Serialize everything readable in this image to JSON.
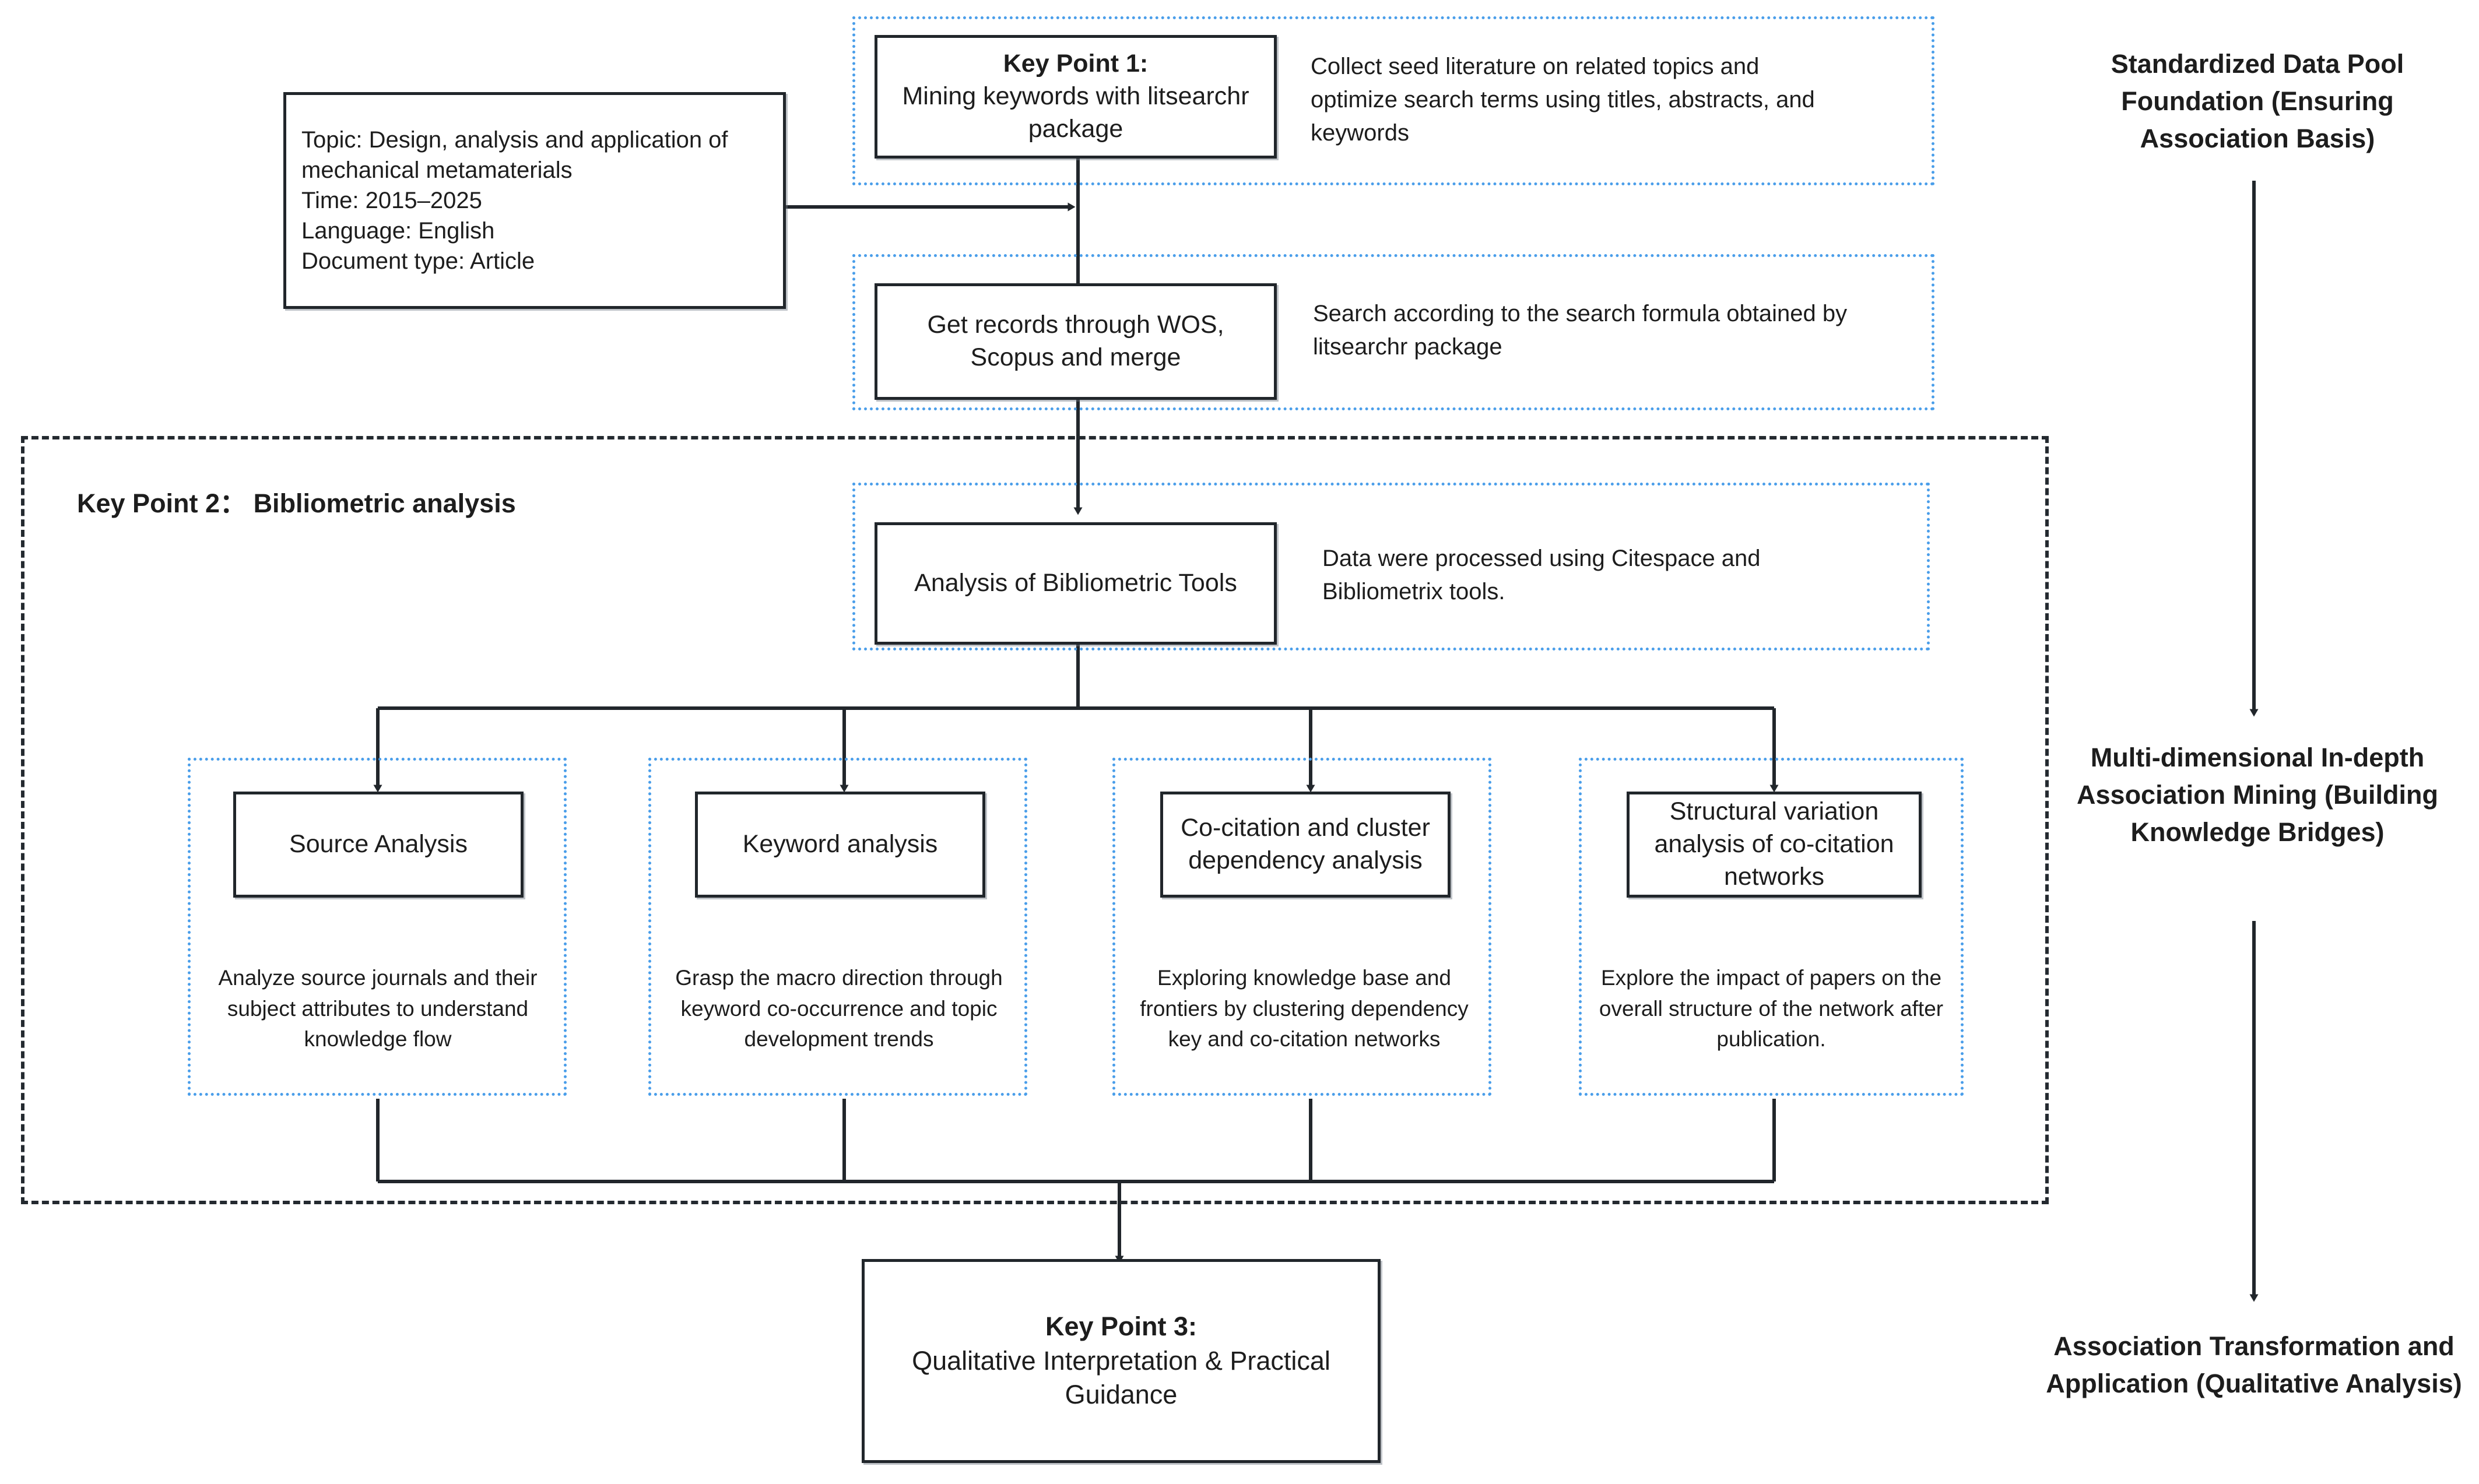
{
  "diagram": {
    "title_nodes": {
      "key_point_1": {
        "heading": "Key Point 1:",
        "body": "Mining keywords with litsearchr package"
      },
      "key_point_1_desc": "Collect seed literature on related topics and optimize search terms using titles, abstracts, and keywords",
      "topic_box": "Topic: Design, analysis and application of mechanical metamaterials\nTime: 2015–2025\nLanguage: English\nDocument type: Article",
      "records_node": "Get records through WOS, Scopus and merge",
      "records_desc": "Search according to the search formula obtained by litsearchr package",
      "key_point_2_heading": "Key Point 2： Bibliometric analysis",
      "tools_node": "Analysis of Bibliometric Tools",
      "tools_desc": "Data were processed using Citespace and Bibliometrix tools.",
      "key_point_3": {
        "heading": "Key Point 3:",
        "body": "Qualitative Interpretation & Practical Guidance"
      }
    },
    "branches": [
      {
        "id": "source-analysis",
        "label": "Source Analysis",
        "description": "Analyze source journals and their subject attributes to understand knowledge flow"
      },
      {
        "id": "keyword-analysis",
        "label": "Keyword analysis",
        "description": "Grasp the macro direction through keyword co-occurrence and topic development trends"
      },
      {
        "id": "co-citation-analysis",
        "label": "Co-citation and cluster dependency analysis",
        "description": "Exploring knowledge base and frontiers by clustering dependency key and co-citation networks"
      },
      {
        "id": "structural-variation-analysis",
        "label": "Structural variation analysis of co-citation networks",
        "description": "Explore the impact of papers on the overall structure of the network after publication."
      }
    ],
    "stages": [
      "Standardized Data Pool Foundation (Ensuring Association Basis)",
      "Multi-dimensional In-depth Association Mining (Building Knowledge Bridges)",
      "Association Transformation and Application (Qualitative Analysis)"
    ],
    "colors": {
      "annotation_frame": "#4a9eea",
      "group_frame": "#242a30",
      "node_border": "#21262b",
      "connector": "#21262b",
      "text": "#1d1d1d",
      "background": "#ffffff"
    }
  }
}
